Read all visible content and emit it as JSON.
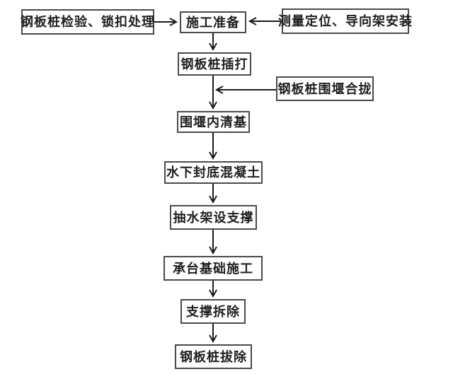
{
  "flowchart": {
    "nodes": {
      "inspect_lock": "钢板桩检验、锁扣处理",
      "preparation": "施工准备",
      "survey_guide": "测量定位、导向架安装",
      "pile_driving": "钢板桩插打",
      "cofferdam_closure": "钢板桩围堰合拢",
      "cofferdam_cleaning": "围堰内清基",
      "underwater_seal_concrete": "水下封底混凝土",
      "pumping_bracing": "抽水架设支撑",
      "pile_cap_foundation": "承台基础施工",
      "support_removal": "支撑拆除",
      "pile_extraction": "钢板桩拔除"
    },
    "colors": {
      "border": "#4a4a4a",
      "arrow": "#1b1b1b",
      "text": "#1f1f1f",
      "box_fill": "#ffffff",
      "background": "#ffffff"
    }
  }
}
